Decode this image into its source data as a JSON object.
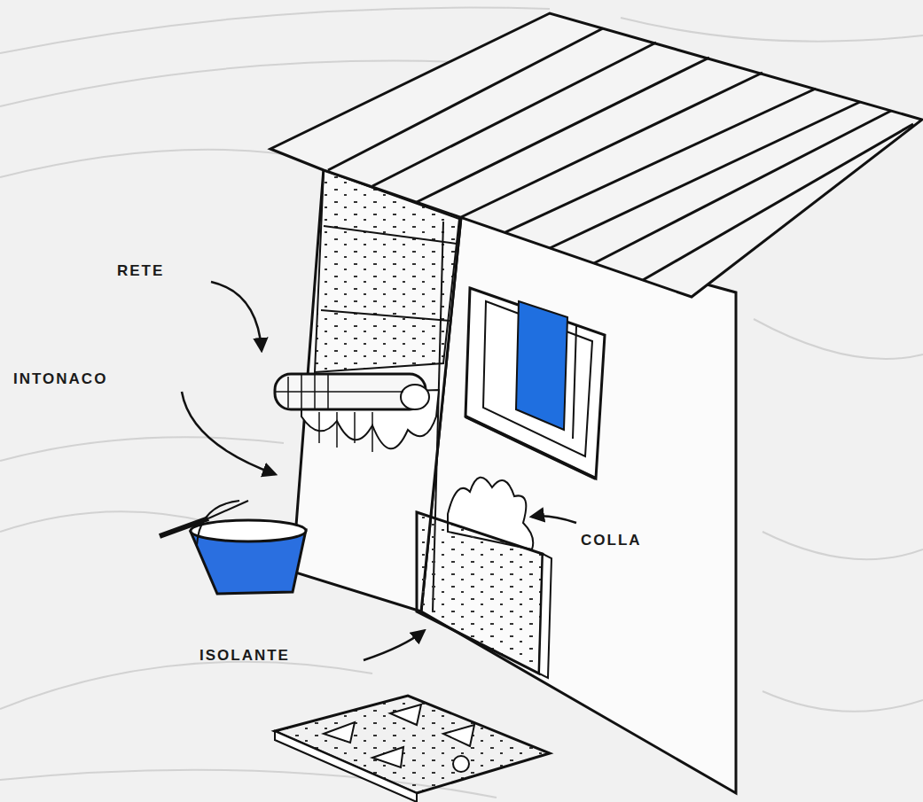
{
  "diagram": {
    "labels": [
      "RETE",
      "INTONACO",
      "COLLA",
      "ISOLANTE"
    ]
  }
}
